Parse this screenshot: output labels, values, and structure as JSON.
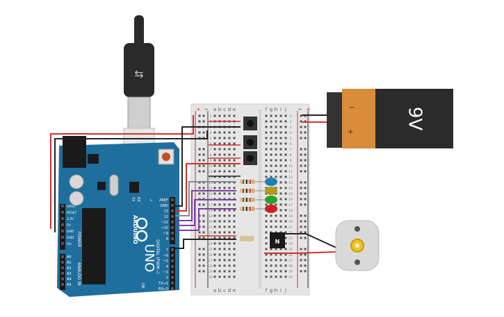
{
  "arduino": {
    "brand": "ARDUINO",
    "model": "UNO",
    "on_label": "ON",
    "digital_label": "DIGITAL (PWM~)",
    "power_label": "POWER",
    "analog_label": "ANALOG IN",
    "tx_label": "TX",
    "rx_label": "RX",
    "l_label": "L",
    "power_pins": [
      "IOREF",
      "RESET",
      "3.3V",
      "5V",
      "GND",
      "GND",
      "Vin"
    ],
    "analog_pins": [
      "A0",
      "A1",
      "A2",
      "A3",
      "A4",
      "A5"
    ],
    "digital_pins": [
      "AREF",
      "GND",
      "13",
      "12",
      "~11",
      "~10",
      "~9",
      "8",
      "7",
      "~6",
      "~5",
      "4",
      "~3",
      "2",
      "TX→1",
      "RX←0"
    ],
    "board_color": "#1f6f9e"
  },
  "battery": {
    "label": "9V",
    "minus": "−",
    "plus": "+",
    "body_color": "#2b2b2b",
    "cap_color": "#d98c3a"
  },
  "breadboard": {
    "columns": [
      "a",
      "b",
      "c",
      "d",
      "e",
      "f",
      "g",
      "h",
      "i",
      "j"
    ],
    "rail_plus": "+",
    "rail_minus": "−",
    "row_count": 30
  },
  "transistor": {
    "label": "N"
  },
  "wire_colors": {
    "red": "#d32f2f",
    "black": "#222222",
    "purple": "#7b3fa0",
    "gray": "#8a8a8a"
  },
  "led_colors": [
    "#1f7fb0",
    "#b59a1a",
    "#2aa02a",
    "#cc2020"
  ]
}
